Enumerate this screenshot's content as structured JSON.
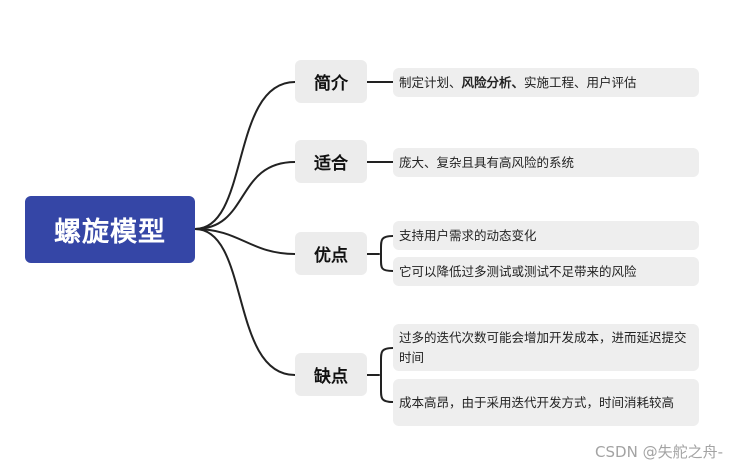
{
  "root": {
    "label": "螺旋模型"
  },
  "colors": {
    "root_bg": "#3546a6",
    "connector": "#222222",
    "node_bg": "#ececec"
  },
  "categories": [
    {
      "label": "简介",
      "items": [
        {
          "parts": [
            {
              "text": "制定计划、",
              "bold": false
            },
            {
              "text": "风险分析、",
              "bold": true
            },
            {
              "text": "实施工程、用户评估",
              "bold": false
            }
          ]
        }
      ]
    },
    {
      "label": "适合",
      "items": [
        {
          "text": "庞大、复杂且具有高风险的系统"
        }
      ]
    },
    {
      "label": "优点",
      "items": [
        {
          "text": "支持用户需求的动态变化"
        },
        {
          "text": "它可以降低过多测试或测试不足带来的风险"
        }
      ]
    },
    {
      "label": "缺点",
      "items": [
        {
          "text": "过多的迭代次数可能会增加开发成本，进而延迟提交时间"
        },
        {
          "text": "成本高昂，由于采用迭代开发方式，时间消耗较高"
        }
      ]
    }
  ],
  "watermark": "CSDN @失舵之舟-"
}
